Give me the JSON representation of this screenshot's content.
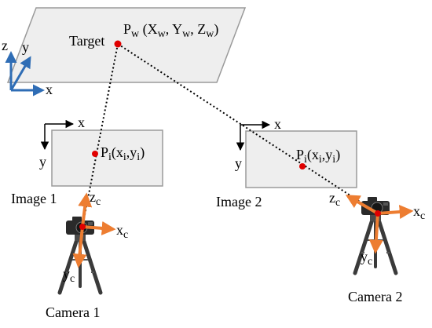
{
  "world": {
    "target_label": "Target",
    "point_main": "P",
    "point_sub": "w",
    "coord_open": " (X",
    "coord_x_sub": "w",
    "coord_sep1": ", Y",
    "coord_y_sub": "w",
    "coord_sep2": ", Z",
    "coord_z_sub": "w",
    "coord_close": ")",
    "axis_x": "x",
    "axis_y": "y",
    "axis_z": "z"
  },
  "images": [
    {
      "name": "Image 1",
      "axis_x": "x",
      "axis_y": "y",
      "point_main": "P",
      "point_sub": "i",
      "coord_open": "(x",
      "coord_x_sub": "i",
      "coord_sep": ",y",
      "coord_y_sub": "i",
      "coord_close": ")"
    },
    {
      "name": "Image 2",
      "axis_x": "x",
      "axis_y": "y",
      "point_main": "P",
      "point_sub": "i",
      "coord_open": "(x",
      "coord_x_sub": "i",
      "coord_sep": ",y",
      "coord_y_sub": "i",
      "coord_close": ")"
    }
  ],
  "cameras": [
    {
      "name": "Camera 1",
      "zc_main": "z",
      "zc_sub": "c",
      "xc_main": "x",
      "xc_sub": "c",
      "yc_main": "y",
      "yc_sub": "c"
    },
    {
      "name": "Camera 2",
      "zc_main": "z",
      "zc_sub": "c",
      "xc_main": "x",
      "xc_sub": "c",
      "yc_main": "y",
      "yc_sub": "c"
    }
  ],
  "colors": {
    "plane_fill": "#eeeeee",
    "plane_stroke": "#9a9a9a",
    "world_axis": "#2f6db5",
    "camera_axis": "#ed7d31",
    "point": "#e00000",
    "ray": "#000000"
  }
}
